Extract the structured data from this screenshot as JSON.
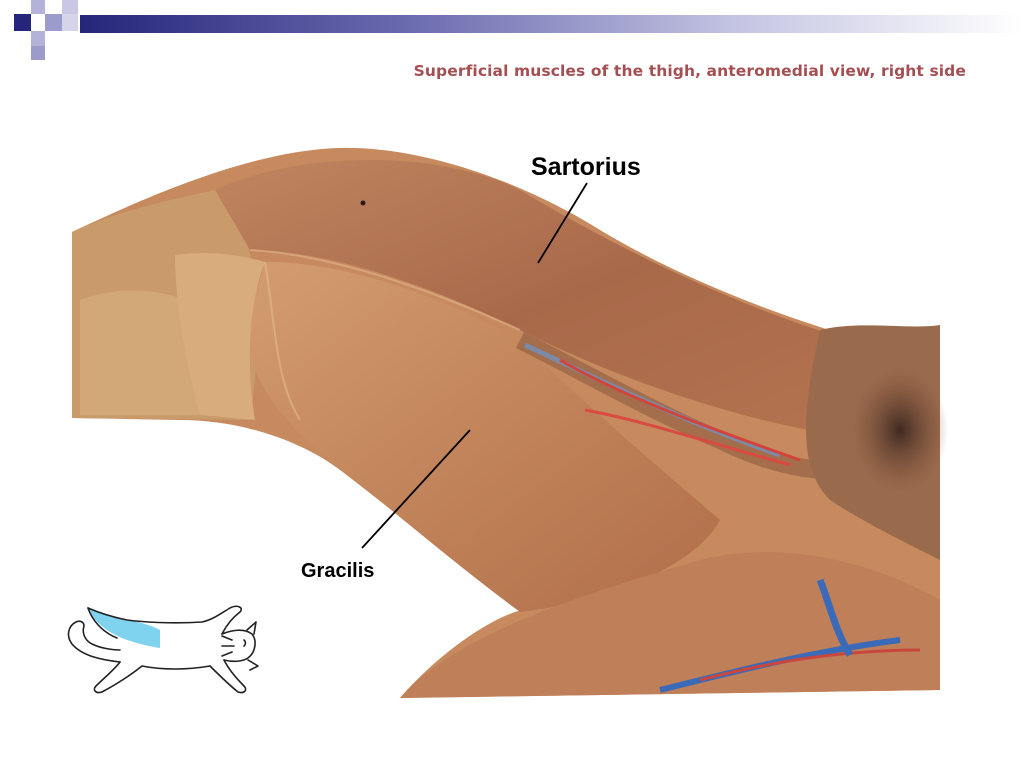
{
  "slide": {
    "title": "Superficial muscles of the thigh, anteromedial view, right side"
  },
  "labels": {
    "sartorius": "Sartorius",
    "gracilis": "Gracilis"
  },
  "colors": {
    "title": "#a44f52",
    "deco_dark": "#25257a",
    "deco_light": "#9c9ccc",
    "muscle": "#b77a52",
    "highlight": "#7fd3ee"
  },
  "icons": {
    "orientation": "cat-outline-icon"
  }
}
